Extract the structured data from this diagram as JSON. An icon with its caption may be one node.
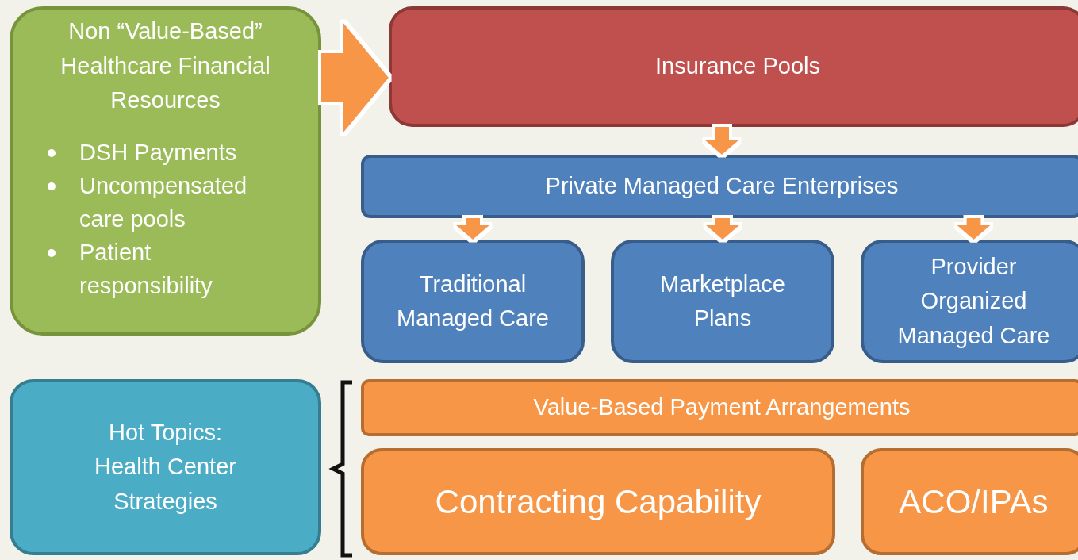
{
  "diagram": {
    "nodes": [
      {
        "text": [
          "Non “Value-Based” Healthcare Financial Resources",
          "DSH Payments",
          "Uncompensated care pools",
          "Patient responsibility"
        ]
      },
      {
        "text": [
          "Insurance Pools"
        ]
      },
      {
        "text": [
          "Private Managed Care Enterprises"
        ]
      },
      {
        "text": [
          "Traditional Managed Care"
        ]
      },
      {
        "text": [
          "Marketplace Plans"
        ]
      },
      {
        "text": [
          "Provider Organized Managed Care"
        ]
      },
      {
        "text": [
          "Hot Topics: Health Center Strategies"
        ]
      },
      {
        "text": [
          "Value-Based Payment Arrangements"
        ]
      },
      {
        "text": [
          "Contracting Capability"
        ]
      },
      {
        "text": [
          "ACO/IPAs"
        ]
      }
    ],
    "edges": [
      {
        "from": 0,
        "to": 1,
        "arrow": "to",
        "style": "thick"
      },
      {
        "from": 1,
        "to": 2,
        "arrow": "to"
      },
      {
        "from": 2,
        "to": 3,
        "arrow": "to"
      },
      {
        "from": 2,
        "to": 4,
        "arrow": "to"
      },
      {
        "from": 2,
        "to": 5,
        "arrow": "to"
      }
    ]
  }
}
